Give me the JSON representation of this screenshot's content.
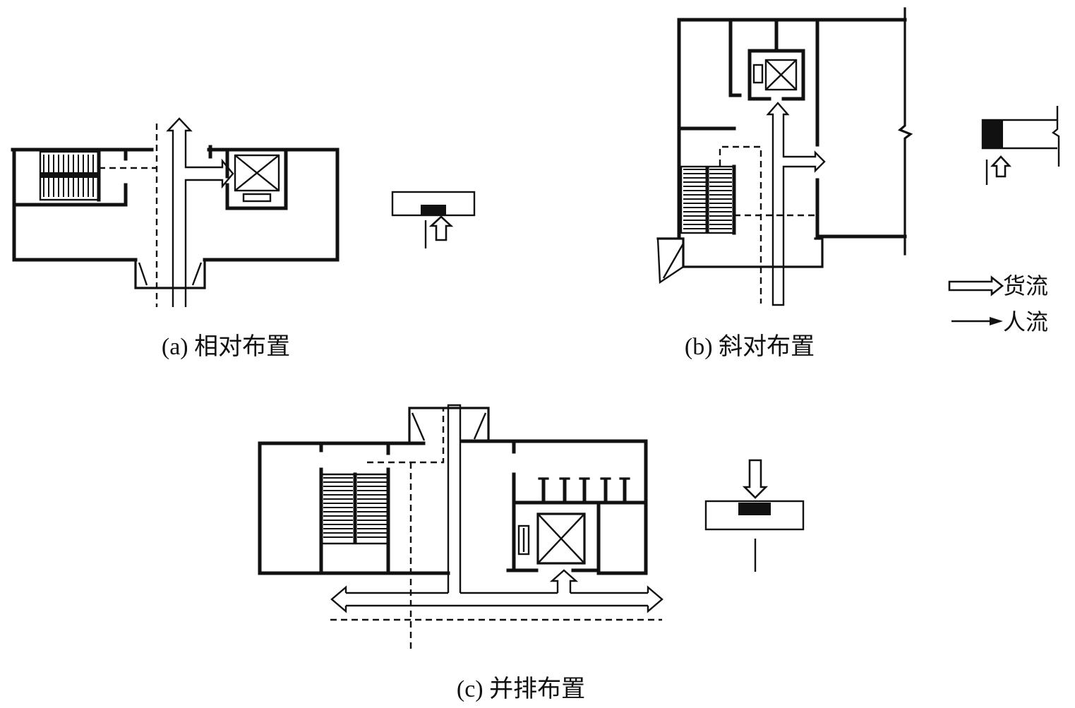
{
  "captions": {
    "a": "(a) 相对布置",
    "b": "(b) 斜对布置",
    "c": "(c) 并排布置"
  },
  "legend": {
    "goods_flow_label": "货流",
    "goods_flow_icon": "hollow-arrow-icon",
    "people_flow_label": "人流",
    "people_flow_icon": "line-arrow-icon"
  }
}
